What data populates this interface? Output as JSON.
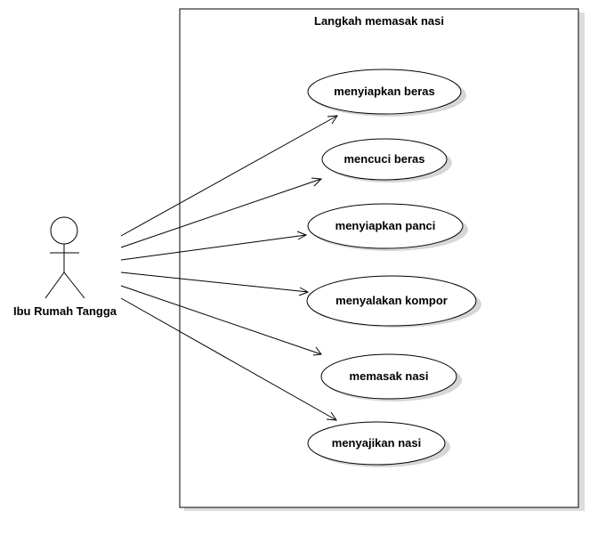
{
  "system": {
    "title": "Langkah memasak nasi"
  },
  "actor": {
    "label": "Ibu Rumah Tangga"
  },
  "use_cases": [
    {
      "label": "menyiapkan beras"
    },
    {
      "label": "mencuci beras"
    },
    {
      "label": "menyiapkan panci"
    },
    {
      "label": "menyalakan kompor"
    },
    {
      "label": "memasak nasi"
    },
    {
      "label": "menyajikan nasi"
    }
  ]
}
